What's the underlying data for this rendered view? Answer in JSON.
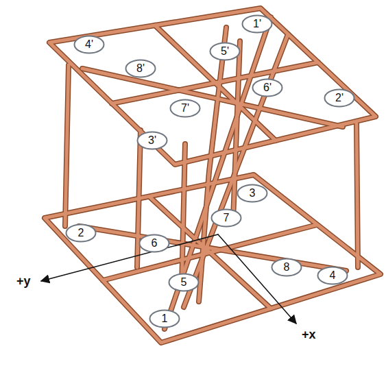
{
  "diagram": {
    "nodes": [
      {
        "text": [
          "1'"
        ]
      },
      {
        "text": [
          "4'"
        ]
      },
      {
        "text": [
          "5'"
        ]
      },
      {
        "text": [
          "8'"
        ]
      },
      {
        "text": [
          "6'"
        ]
      },
      {
        "text": [
          "2'"
        ]
      },
      {
        "text": [
          "7'"
        ]
      },
      {
        "text": [
          "3'"
        ]
      },
      {
        "text": [
          "3"
        ]
      },
      {
        "text": [
          "7"
        ]
      },
      {
        "text": [
          "2"
        ]
      },
      {
        "text": [
          "6"
        ]
      },
      {
        "text": [
          "8"
        ]
      },
      {
        "text": [
          "4"
        ]
      },
      {
        "text": [
          "5"
        ]
      },
      {
        "text": [
          "1"
        ]
      }
    ],
    "labels": [
      "+y",
      "+x"
    ]
  }
}
